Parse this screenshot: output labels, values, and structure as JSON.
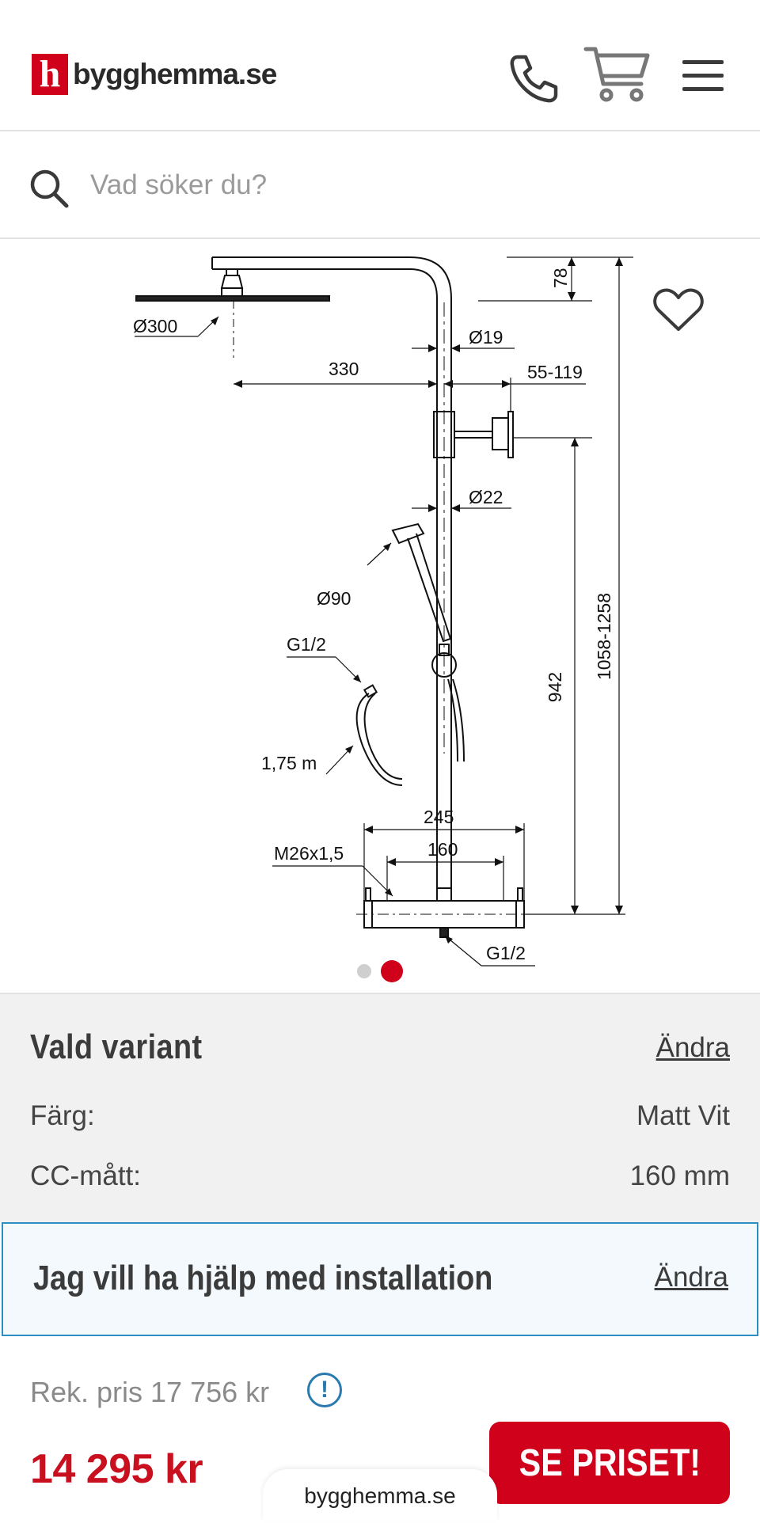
{
  "header": {
    "logo_mark": "h",
    "logo_text": "bygghemma.se",
    "icons": [
      "phone-icon",
      "cart-icon",
      "menu-icon"
    ]
  },
  "search": {
    "placeholder": "Vad söker du?",
    "value": ""
  },
  "gallery": {
    "dimensions": {
      "head_diameter": "Ø300",
      "pipe_top": "Ø19",
      "arm_length": "330",
      "head_drop": "78",
      "offset": "55-119",
      "pipe_main": "Ø22",
      "hand_diameter": "Ø90",
      "hose_thread": "G1/2",
      "hose_length": "1,75 m",
      "total_height": "1058-1258",
      "mixer_height": "942",
      "mixer_width": "245",
      "mixer_cc": "160",
      "mixer_thread": "M26x1,5",
      "outlet_thread": "G1/2"
    },
    "slide_count": 2,
    "active_slide": 2
  },
  "variant": {
    "title": "Vald variant",
    "change_label": "Ändra",
    "specs": [
      {
        "label": "Färg:",
        "value": "Matt Vit"
      },
      {
        "label": "CC-mått:",
        "value": "160 mm"
      }
    ]
  },
  "installation": {
    "title": "Jag vill ha hjälp med installation",
    "change_label": "Ändra"
  },
  "pricing": {
    "recommended": "Rek. pris 17 756 kr",
    "info_symbol": "!",
    "price": "14 295 kr",
    "cta_label": "SE PRISET!"
  },
  "browser": {
    "domain": "bygghemma.se"
  },
  "colors": {
    "brand_red": "#d0011b",
    "price_red": "#c8101f",
    "info_blue": "#2a7ab0",
    "install_border": "#2d8ec2"
  }
}
